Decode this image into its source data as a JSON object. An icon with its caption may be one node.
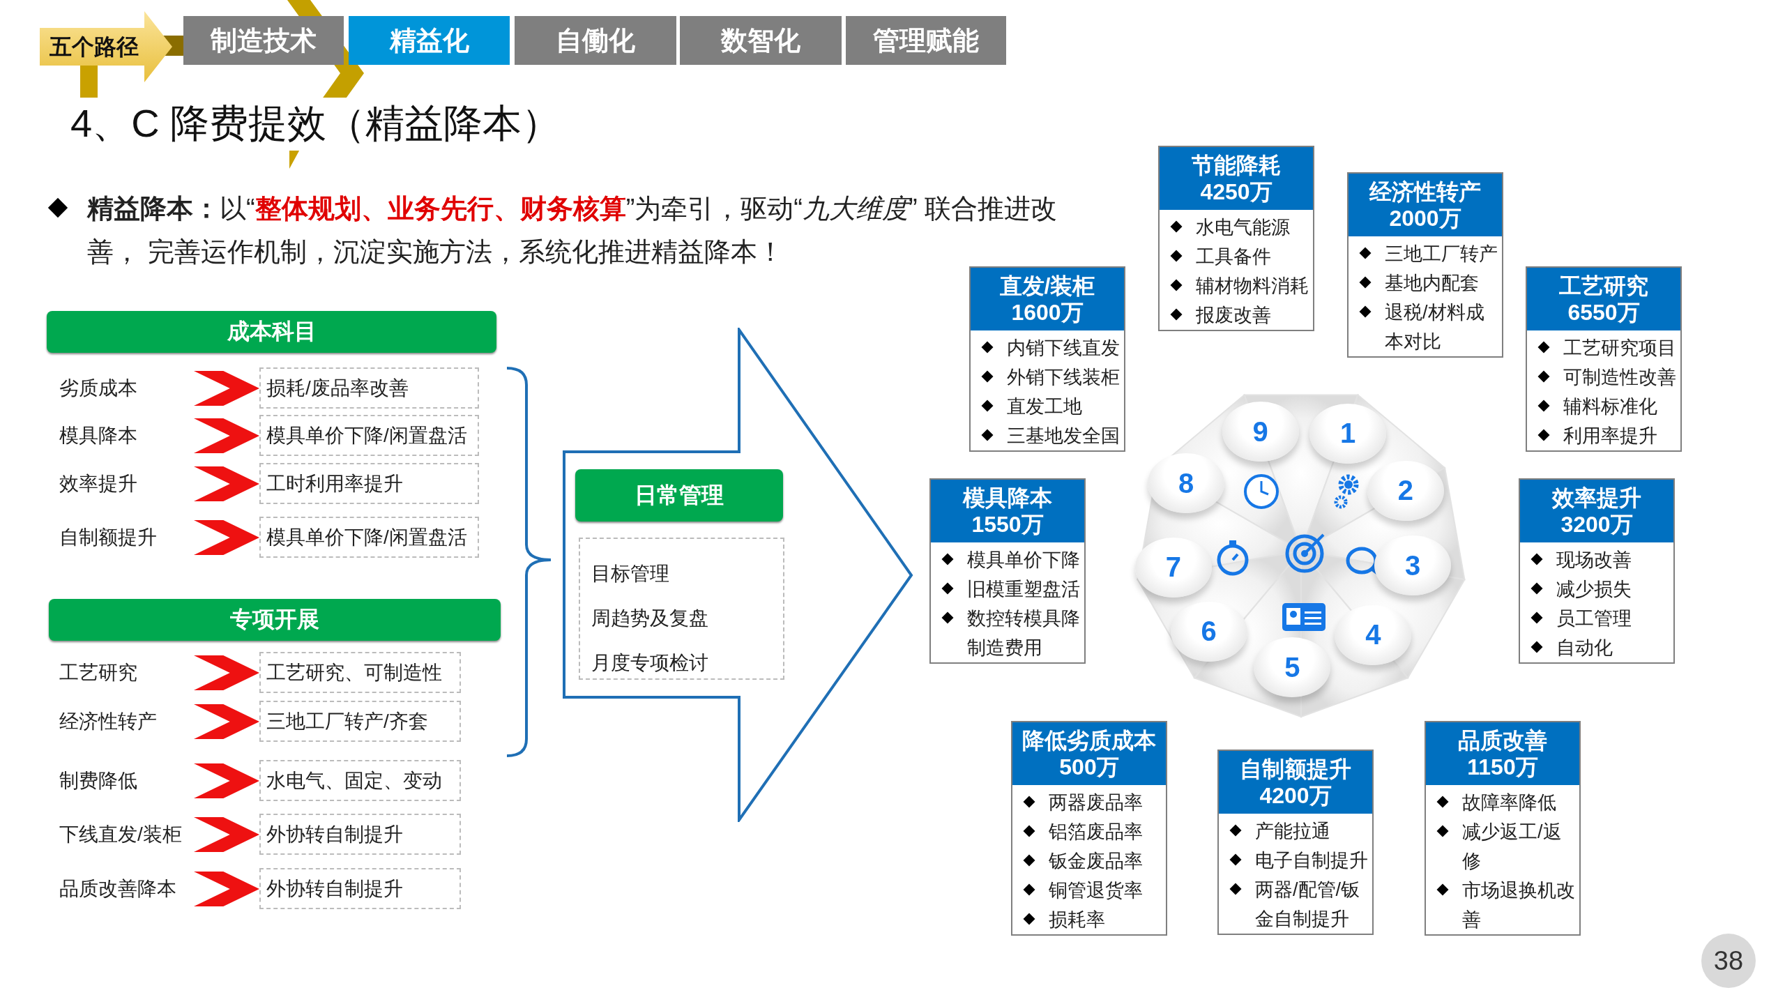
{
  "diagram": {
    "title": "4、C 降费提效（精益降本）",
    "nodes": [
      {
        "text": [
          "五个路径"
        ]
      },
      {
        "text": [
          "制造技术"
        ]
      },
      {
        "text": [
          "精益化"
        ]
      },
      {
        "text": [
          "自働化"
        ]
      },
      {
        "text": [
          "数智化"
        ]
      },
      {
        "text": [
          "管理赋能"
        ]
      },
      {
        "text": [
          "成本科目"
        ]
      },
      {
        "text": [
          "劣质成本"
        ]
      },
      {
        "text": [
          "损耗/废品率改善"
        ]
      },
      {
        "text": [
          "模具降本"
        ]
      },
      {
        "text": [
          "模具单价下降/闲置盘活"
        ]
      },
      {
        "text": [
          "效率提升"
        ]
      },
      {
        "text": [
          "工时利用率提升"
        ]
      },
      {
        "text": [
          "自制额提升"
        ]
      },
      {
        "text": [
          "模具单价下降/闲置盘活"
        ]
      },
      {
        "text": [
          "专项开展"
        ]
      },
      {
        "text": [
          "工艺研究"
        ]
      },
      {
        "text": [
          "工艺研究、可制造性"
        ]
      },
      {
        "text": [
          "经济性转产"
        ]
      },
      {
        "text": [
          "三地工厂转产/齐套"
        ]
      },
      {
        "text": [
          "制费降低"
        ]
      },
      {
        "text": [
          "水电气、固定、变动"
        ]
      },
      {
        "text": [
          "下线直发/装柜"
        ]
      },
      {
        "text": [
          "外协转自制提升"
        ]
      },
      {
        "text": [
          "品质改善降本"
        ]
      },
      {
        "text": [
          "外协转自制提升"
        ]
      },
      {
        "text": [],
        "shape": "arrow"
      },
      {
        "text": [
          "日常管理"
        ],
        "in": 26
      },
      {
        "text": [
          "目标管理",
          "周趋势及复盘",
          "月度专项检讨"
        ],
        "in": 26
      },
      {
        "text": [
          "节能降耗",
          "4250万",
          "水电气能源",
          "工具备件",
          "辅材物料消耗",
          "报废改善"
        ]
      },
      {
        "text": [
          "经济性转产",
          "2000万",
          "三地工厂转产",
          "基地内配套",
          "退税/材料成本对比"
        ]
      },
      {
        "text": [
          "直发/装柜",
          "1600万",
          "内销下线直发",
          "外销下线装柜",
          "直发工地",
          "三基地发全国"
        ]
      },
      {
        "text": [
          "工艺研究",
          "6550万",
          "工艺研究项目",
          "可制造性改善",
          "辅料标准化",
          "利用率提升"
        ]
      },
      {
        "text": [],
        "shape": "circle"
      },
      {
        "text": [
          "1"
        ],
        "in": 33
      },
      {
        "text": [
          "2"
        ],
        "in": 33
      },
      {
        "text": [
          "3"
        ],
        "in": 33
      },
      {
        "text": [
          "4"
        ],
        "in": 33
      },
      {
        "text": [
          "5"
        ],
        "in": 33
      },
      {
        "text": [
          "6"
        ],
        "in": 33
      },
      {
        "text": [
          "7"
        ],
        "in": 33
      },
      {
        "text": [
          "8"
        ],
        "in": 33
      },
      {
        "text": [
          "9"
        ],
        "in": 33
      },
      {
        "text": [
          "模具降本",
          "1550万",
          "模具单价下降",
          "旧模重塑盘活",
          "数控转模具降制造费用"
        ]
      },
      {
        "text": [
          "效率提升",
          "3200万",
          "现场改善",
          "减少损失",
          "员工管理",
          "自动化"
        ]
      },
      {
        "text": [
          "降低劣质成本",
          "500万",
          "两器废品率",
          "铝箔废品率",
          "钣金废品率",
          "铜管退货率",
          "损耗率"
        ]
      },
      {
        "text": [
          "品质改善",
          "1150万",
          "故障率降低",
          "减少返工/返修",
          "市场退换机改善"
        ]
      },
      {
        "text": [
          "自制额提升",
          "4200万",
          "产能拉通",
          "电子自制提升",
          "两器/配管/钣金自制提升"
        ]
      }
    ],
    "edges": [
      {
        "from": 7,
        "to": 8,
        "arrow": "to"
      },
      {
        "from": 9,
        "to": 10,
        "arrow": "to"
      },
      {
        "from": 11,
        "to": 12,
        "arrow": "to"
      },
      {
        "from": 13,
        "to": 14,
        "arrow": "to"
      },
      {
        "from": 16,
        "to": 17,
        "arrow": "to"
      },
      {
        "from": 18,
        "to": 19,
        "arrow": "to"
      },
      {
        "from": 20,
        "to": 21,
        "arrow": "to"
      },
      {
        "from": 22,
        "to": 23,
        "arrow": "to"
      },
      {
        "from": 24,
        "to": 25,
        "arrow": "to"
      }
    ],
    "labels": [
      "**精益降本：**以“**整体规划、业务先行、财务核算**”为牵引，驱动“*九大维度*” 联合推进改善， 完善运作机制，沉淀实施方法，系统化推进精益降本！",
      "38"
    ]
  }
}
